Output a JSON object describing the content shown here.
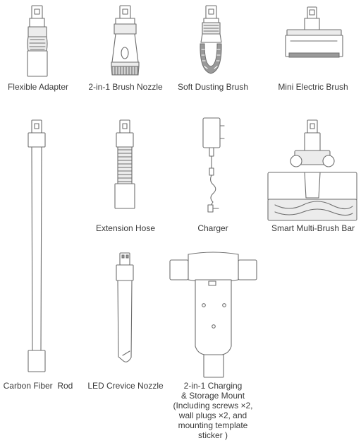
{
  "accessories": [
    {
      "name": "Flexible Adapter"
    },
    {
      "name": "2-in-1 Brush Nozzle"
    },
    {
      "name": "Soft Dusting Brush"
    },
    {
      "name": "Mini Electric Brush"
    },
    {
      "name": "Carbon Fiber  Rod"
    },
    {
      "name": "Extension Hose"
    },
    {
      "name": "Charger"
    },
    {
      "name": "Smart Multi-Brush Bar"
    },
    {
      "name": "LED Crevice Nozzle"
    },
    {
      "name_lines": [
        "2-in-1 Charging",
        "& Storage Mount",
        "(Including screws ×2,",
        "wall plugs ×2, and",
        "mounting template",
        "sticker )"
      ]
    }
  ]
}
